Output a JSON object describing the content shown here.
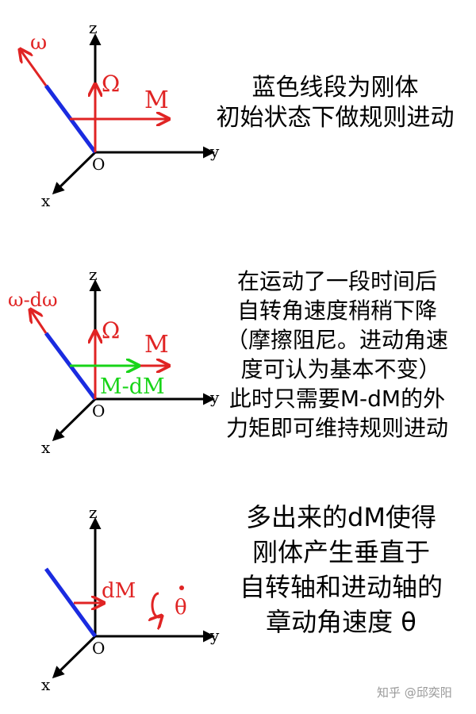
{
  "colors": {
    "axis": "#000000",
    "body": "#1a2be0",
    "vector": "#e02424",
    "vector_dm": "#18d418",
    "watermark": "#999999"
  },
  "axes": {
    "z": "z",
    "y": "y",
    "x": "x",
    "origin": "O"
  },
  "panels": [
    {
      "labels": {
        "omega": "ω",
        "Omega": "Ω",
        "M": "M"
      },
      "caption": [
        "蓝色线段为刚体",
        "初始状态下做规则进动"
      ]
    },
    {
      "labels": {
        "omega": "ω-dω",
        "Omega": "Ω",
        "M": "M",
        "M_minus_dM": "M-dM"
      },
      "caption": [
        "在运动了一段时间后",
        "自转角速度稍稍下降",
        "（摩擦阻尼。进动角速",
        " 度可认为基本不变）",
        "此时只需要M-dM的外",
        "力矩即可维持规则进动"
      ]
    },
    {
      "labels": {
        "dM": "dM",
        "theta_dot": "θ"
      },
      "caption": [
        "多出来的dM使得",
        "刚体产生垂直于",
        "自转轴和进动轴的",
        "章动角速度 θ"
      ]
    }
  ],
  "watermark": "知乎 @邱奕阳"
}
